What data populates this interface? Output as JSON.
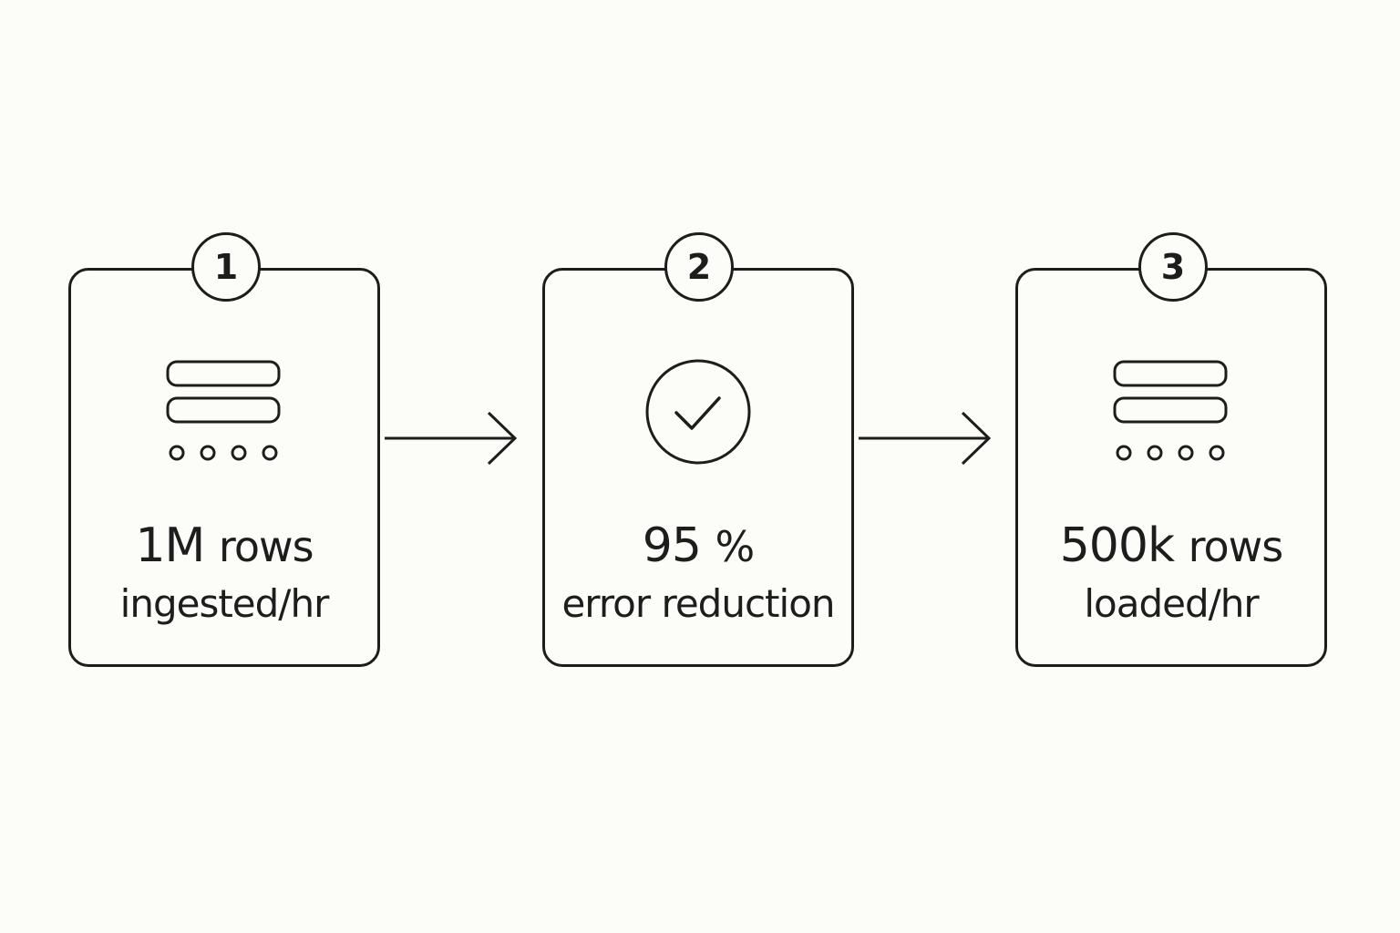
{
  "steps": [
    {
      "number": "1",
      "icon": "database-rows-icon",
      "value": "1M",
      "unit": "rows",
      "label": "ingested/hr"
    },
    {
      "number": "2",
      "icon": "check-circle-icon",
      "value": "95",
      "unit": "%",
      "label": "error reduction"
    },
    {
      "number": "3",
      "icon": "database-rows-icon",
      "value": "500k",
      "unit": "rows",
      "label": "loaded/hr"
    }
  ],
  "colors": {
    "stroke": "#1d1d1d",
    "background": "#fcfcf8"
  }
}
